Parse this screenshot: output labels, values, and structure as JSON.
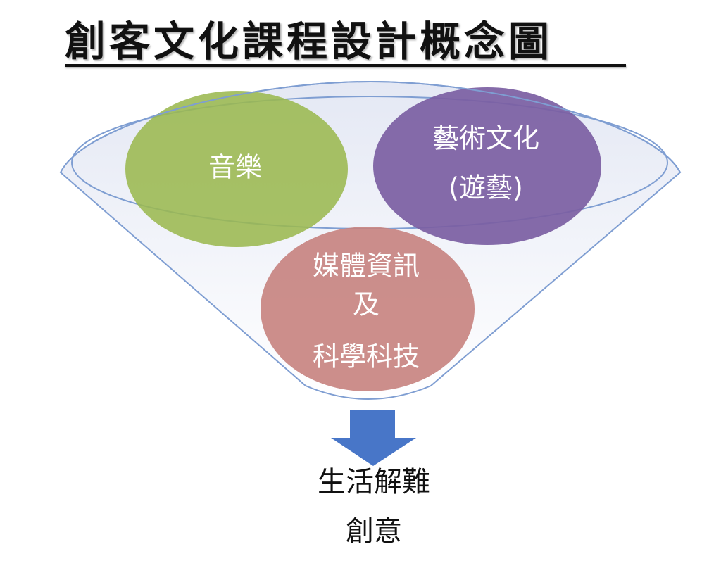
{
  "title": "創客文化課程設計概念圖",
  "circles": {
    "music": {
      "label": "音樂"
    },
    "art_culture": {
      "label_line1": "藝術文化",
      "label_line2": "(遊藝)"
    },
    "media_science": {
      "label_line1": "媒體資訊",
      "label_line2": "及",
      "label_line3": "科學科技"
    }
  },
  "outcome": {
    "line1": "生活解難",
    "line2": "創意"
  },
  "colors": {
    "music": "#9bb850",
    "art_culture": "#7b5ea2",
    "media_science": "#c6827e",
    "funnel_stroke": "#7f9ed2",
    "funnel_fill": "#e6e9f4",
    "arrow": "#4876c8",
    "text": "#111111"
  },
  "icons": {
    "arrow": "down-arrow-icon"
  }
}
